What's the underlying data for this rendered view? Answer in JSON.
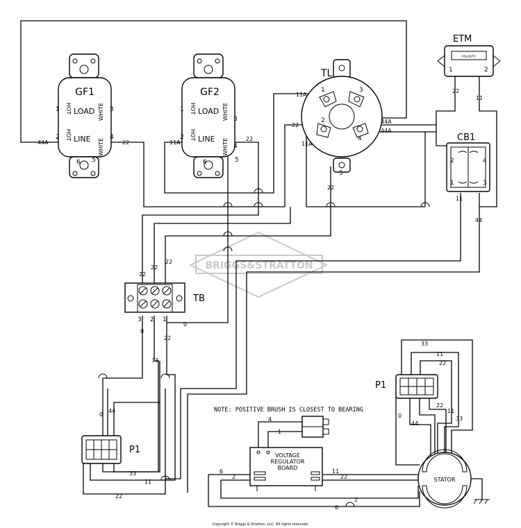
{
  "watermark": "BRIGGS&STRATTON",
  "copyright": "Copyright © Briggs & Stratton, LLC. All rights reserved.",
  "note": "NOTE: POSITIVE BRUSH IS CLOSEST TO BEARING",
  "components": {
    "gf1": {
      "name": "GF1",
      "load": "LOAD",
      "line": "LINE",
      "hot": "HOT",
      "white": "WHITE",
      "pins": [
        "1",
        "2",
        "3",
        "4",
        "5",
        "6"
      ]
    },
    "gf2": {
      "name": "GF2",
      "load": "LOAD",
      "line": "LINE",
      "hot": "HOT",
      "white": "WHITE",
      "pins": [
        "1",
        "2",
        "3",
        "4",
        "5",
        "6"
      ]
    },
    "tl": {
      "name": "TL",
      "pins": [
        "1",
        "2",
        "3",
        "4",
        "5"
      ]
    },
    "etm": {
      "name": "ETM",
      "polarity": "POLARITY",
      "pins": [
        "1",
        "2"
      ]
    },
    "cb1": {
      "name": "CB1",
      "pins": [
        "1",
        "2",
        "3",
        "4"
      ]
    },
    "tb": {
      "name": "TB",
      "pins": [
        "3",
        "2",
        "1"
      ]
    },
    "p1_left": {
      "name": "P1"
    },
    "p1_right": {
      "name": "P1"
    },
    "vr": {
      "line1": "VOLTAGE",
      "line2": "REGULATOR",
      "line3": "BOARD"
    },
    "stator": {
      "name": "STATOR"
    }
  },
  "wire_labels": {
    "w44A_gf1": "44A",
    "w22_gf1": "22",
    "w11A_gf2": "11A",
    "w22_gf2": "22",
    "w11A_tl_top": "11A",
    "w22_tl_left": "22",
    "w11A_tl_mid": "11A",
    "w44A_tl_r1": "44A",
    "w44A_tl_r2": "44A",
    "w22_tl_bottom": "22",
    "w22_etm": "22",
    "w11_etm": "11",
    "w11_cb1": "11",
    "w44_cb1": "44",
    "w22_tb1": "22",
    "w22_tb2": "22",
    "w22_tb3": "22",
    "w0_tb": "0",
    "w0_tb_mid": "0",
    "w33_tb": "33",
    "w22_tb_bot": "22",
    "w0_p1": "0",
    "w44_p1": "44",
    "w33_p1": "33",
    "w11_p1": "11",
    "w22_p1": "22",
    "w4_vr": "4",
    "w1_vr": "1",
    "w6_vr": "6",
    "w2_vr": "2",
    "w11_vr": "11",
    "w22_vr": "22",
    "w2_bot": "2",
    "w6_bot": "6",
    "w33_st_top": "33",
    "w11_st_top": "11",
    "w22_st_top": "22",
    "w0_st": "0",
    "w44_st": "44",
    "w22_st": "22",
    "w11_st": "11",
    "w33_st": "33"
  }
}
